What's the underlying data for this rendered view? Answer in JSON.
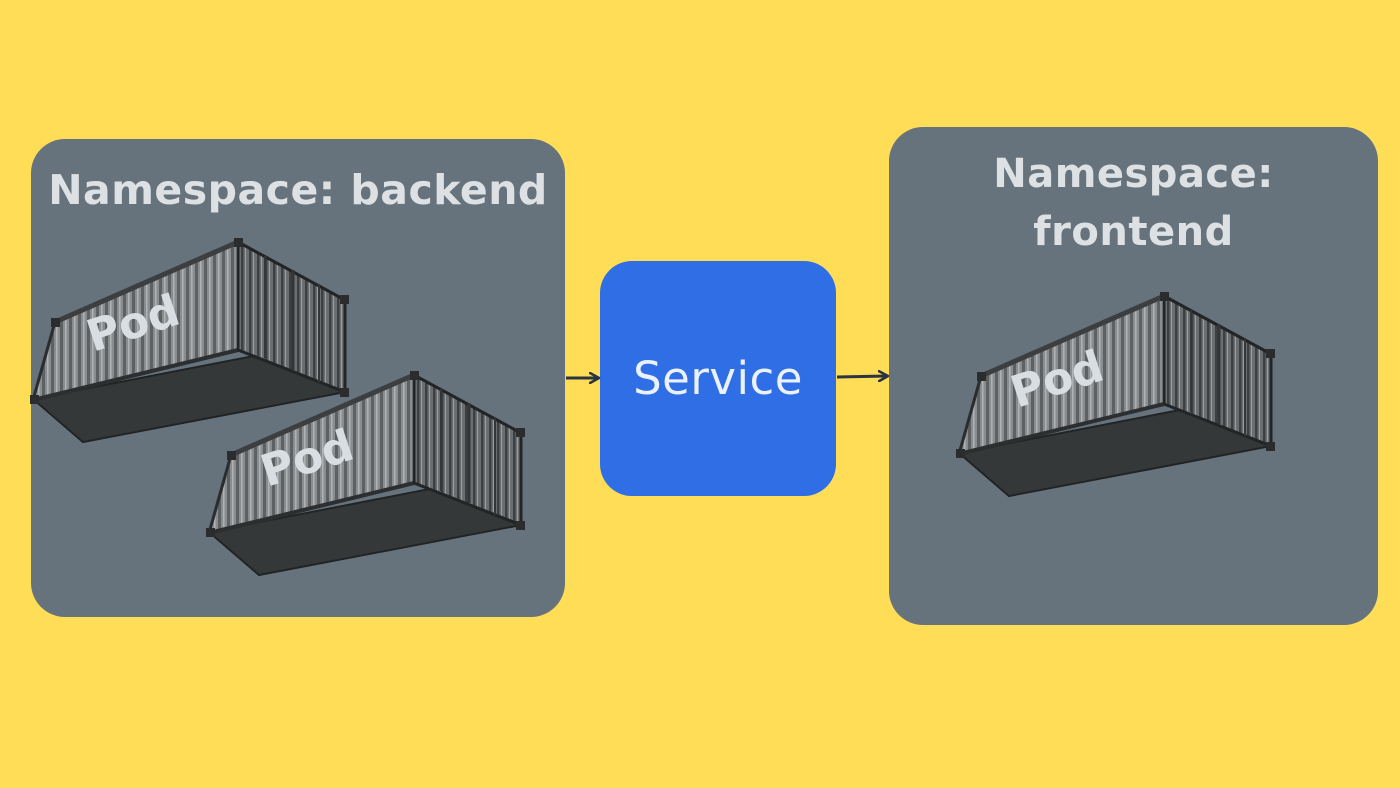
{
  "namespaces": {
    "backend": {
      "title": "Namespace: backend",
      "pods": [
        {
          "label": "Pod"
        },
        {
          "label": "Pod"
        }
      ]
    },
    "frontend": {
      "title_lines": [
        "Namespace:",
        "frontend"
      ],
      "pods": [
        {
          "label": "Pod"
        }
      ]
    }
  },
  "service": {
    "label": "Service"
  },
  "colors": {
    "background": "#ffdd57",
    "namespace_fill": "#66737d",
    "service_fill": "#2f6ee5",
    "text_light": "#dde1e4",
    "arrow": "#2a3540"
  }
}
